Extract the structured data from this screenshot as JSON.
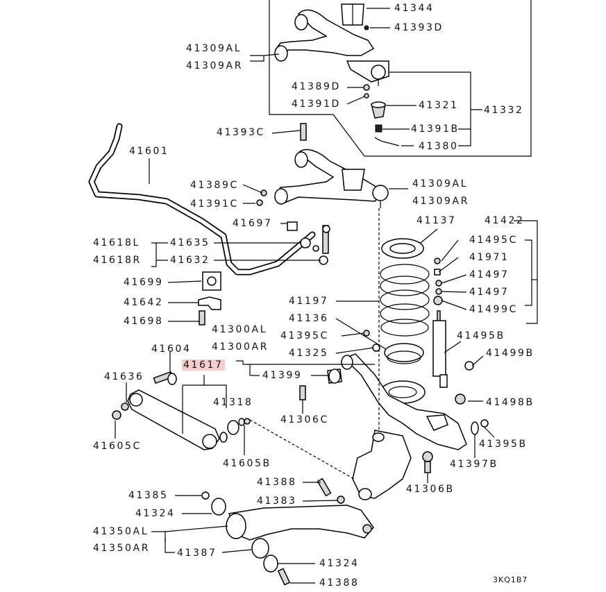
{
  "diagram": {
    "highlight_color": "#f6cccc",
    "labels": {
      "p41344": "41344",
      "p41393D": "41393D",
      "p41309AL_top": "41309AL",
      "p41309AR_top": "41309AR",
      "p41389D": "41389D",
      "p41391D": "41391D",
      "p41321": "41321",
      "p41332": "41332",
      "p41391B": "41391B",
      "p41380": "41380",
      "p41393C": "41393C",
      "p41601": "41601",
      "p41389C": "41389C",
      "p41391C": "41391C",
      "p41309AL_mid": "41309AL",
      "p41309AR_mid": "41309AR",
      "p41697": "41697",
      "p41137": "41137",
      "p41422": "41422",
      "p41618L": "41618L",
      "p41618R": "41618R",
      "p41635": "41635",
      "p41632": "41632",
      "p41495C": "41495C",
      "p41971": "41971",
      "p41497a": "41497",
      "p41497b": "41497",
      "p41499C": "41499C",
      "p41699": "41699",
      "p41642": "41642",
      "p41698": "41698",
      "p41197": "41197",
      "p41136": "41136",
      "p41395C": "41395C",
      "p41300AL": "41300AL",
      "p41300AR": "41300AR",
      "p41495B": "41495B",
      "p41604": "41604",
      "p41325": "41325",
      "p41499B": "41499B",
      "p41617": "41617",
      "p41399": "41399",
      "p41636": "41636",
      "p41318": "41318",
      "p41498B": "41498B",
      "p41306C": "41306C",
      "p41605C": "41605C",
      "p41395B": "41395B",
      "p41605B": "41605B",
      "p41397B": "41397B",
      "p41388a": "41388",
      "p41306B": "41306B",
      "p41385": "41385",
      "p41383": "41383",
      "p41324a": "41324",
      "p41350AL": "41350AL",
      "p41350AR": "41350AR",
      "p41387": "41387",
      "p41324b": "41324",
      "p41388b": "41388",
      "code": "3KQ1B7"
    }
  }
}
